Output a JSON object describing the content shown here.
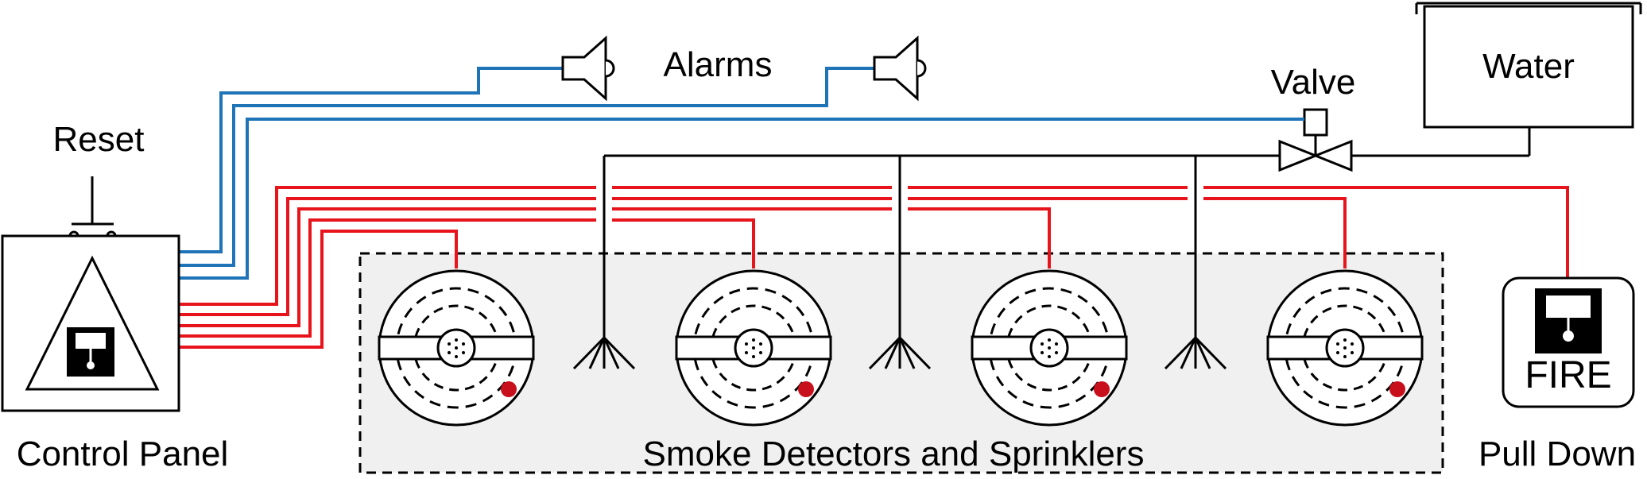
{
  "labels": {
    "alarms": "Alarms",
    "valve": "Valve",
    "water": "Water",
    "reset": "Reset",
    "control_panel": "Control Panel",
    "smoke_detectors": "Smoke Detectors and Sprinklers",
    "pull_down": "Pull Down",
    "fire": "FIRE"
  },
  "colors": {
    "alarm_wire": "#1f74b8",
    "detector_wire": "#e8141c",
    "pipe": "#000000",
    "indicator_led": "#c8101c",
    "zone_fill": "#f0f0f0"
  },
  "icons": {
    "alarm": "horn-icon",
    "detector": "smoke-detector-icon",
    "sprinkler": "sprinkler-head-icon",
    "valve": "valve-icon",
    "reset": "push-button-icon",
    "panel": "warning-triangle-icon",
    "pull_station": "pull-station-icon"
  }
}
